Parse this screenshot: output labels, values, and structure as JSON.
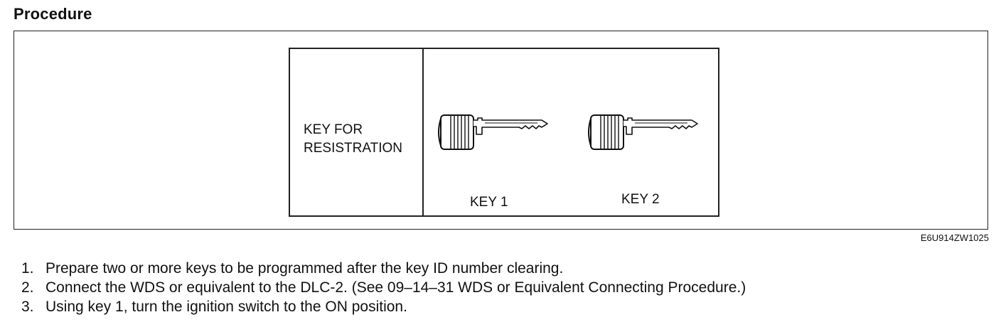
{
  "section": {
    "heading": "Procedure"
  },
  "figure": {
    "row_label_line1": "KEY FOR",
    "row_label_line2": "RESISTRATION",
    "keys": [
      {
        "caption": "KEY 1",
        "icon": "key-icon"
      },
      {
        "caption": "KEY 2",
        "icon": "key-icon"
      }
    ],
    "code": "E6U914ZW1025"
  },
  "steps": [
    {
      "num": "1.",
      "text": "Prepare two or more keys to be programmed after the key ID number clearing."
    },
    {
      "num": "2.",
      "text": "Connect the WDS or equivalent to the DLC-2. (See 09–14–31 WDS or Equivalent Connecting Procedure.)"
    },
    {
      "num": "3.",
      "text": "Using key 1, turn the ignition switch to the ON position."
    }
  ]
}
